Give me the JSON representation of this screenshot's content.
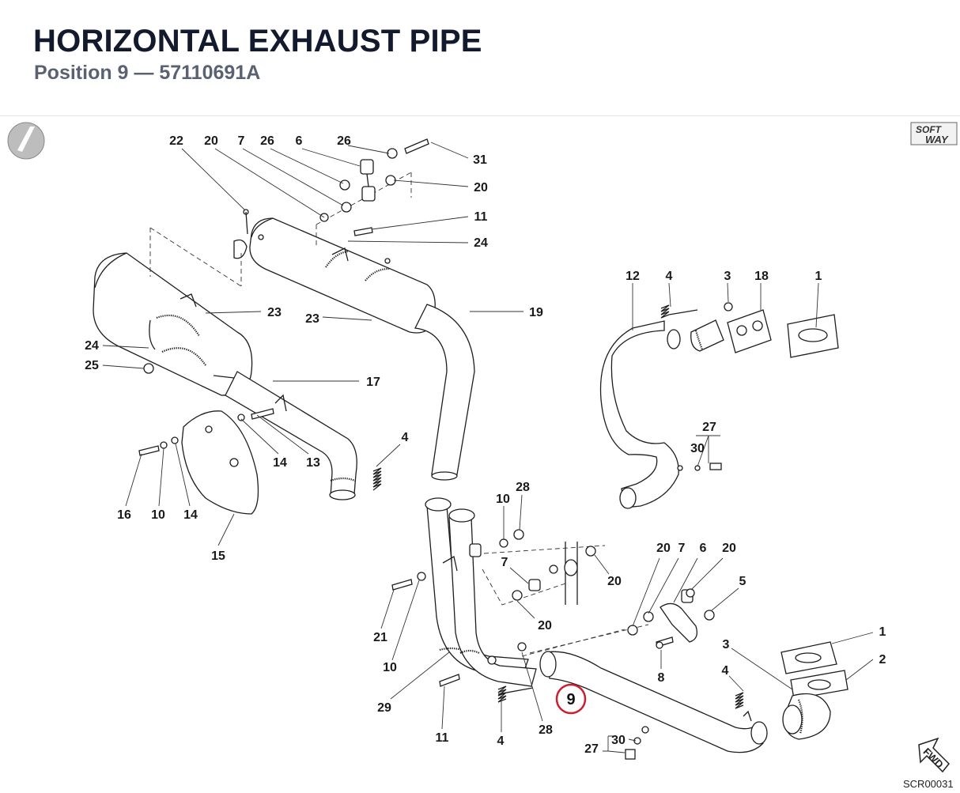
{
  "header": {
    "title": "HORIZONTAL EXHAUST PIPE",
    "subtitle": "Position 9 — 57110691A"
  },
  "diagram": {
    "callouts": [
      {
        "id": "c22a",
        "label": "22"
      },
      {
        "id": "c20a",
        "label": "20"
      },
      {
        "id": "c7a",
        "label": "7"
      },
      {
        "id": "c26a",
        "label": "26"
      },
      {
        "id": "c6a",
        "label": "6"
      },
      {
        "id": "c26b",
        "label": "26"
      },
      {
        "id": "c31",
        "label": "31"
      },
      {
        "id": "c20b",
        "label": "20"
      },
      {
        "id": "c11a",
        "label": "11"
      },
      {
        "id": "c24a",
        "label": "24"
      },
      {
        "id": "c23a",
        "label": "23"
      },
      {
        "id": "c23b",
        "label": "23"
      },
      {
        "id": "c19",
        "label": "19"
      },
      {
        "id": "c24b",
        "label": "24"
      },
      {
        "id": "c25",
        "label": "25"
      },
      {
        "id": "c17",
        "label": "17"
      },
      {
        "id": "c14a",
        "label": "14"
      },
      {
        "id": "c13",
        "label": "13"
      },
      {
        "id": "c4a",
        "label": "4"
      },
      {
        "id": "c16",
        "label": "16"
      },
      {
        "id": "c10a",
        "label": "10"
      },
      {
        "id": "c14b",
        "label": "14"
      },
      {
        "id": "c15",
        "label": "15"
      },
      {
        "id": "c12",
        "label": "12"
      },
      {
        "id": "c4b",
        "label": "4"
      },
      {
        "id": "c3a",
        "label": "3"
      },
      {
        "id": "c18",
        "label": "18"
      },
      {
        "id": "c1a",
        "label": "1"
      },
      {
        "id": "c27a",
        "label": "27"
      },
      {
        "id": "c30a",
        "label": "30"
      },
      {
        "id": "c10b",
        "label": "10"
      },
      {
        "id": "c28a",
        "label": "28"
      },
      {
        "id": "c7b",
        "label": "7"
      },
      {
        "id": "c20c",
        "label": "20"
      },
      {
        "id": "c20d",
        "label": "20"
      },
      {
        "id": "c20e",
        "label": "20"
      },
      {
        "id": "c7c",
        "label": "7"
      },
      {
        "id": "c6b",
        "label": "6"
      },
      {
        "id": "c20f",
        "label": "20"
      },
      {
        "id": "c5",
        "label": "5"
      },
      {
        "id": "c21",
        "label": "21"
      },
      {
        "id": "c10c",
        "label": "10"
      },
      {
        "id": "c8",
        "label": "8"
      },
      {
        "id": "c1b",
        "label": "1"
      },
      {
        "id": "c3b",
        "label": "3"
      },
      {
        "id": "c2",
        "label": "2"
      },
      {
        "id": "c29",
        "label": "29"
      },
      {
        "id": "c11b",
        "label": "11"
      },
      {
        "id": "c4c",
        "label": "4"
      },
      {
        "id": "c28b",
        "label": "28"
      },
      {
        "id": "c4d",
        "label": "4"
      },
      {
        "id": "c30b",
        "label": "30"
      },
      {
        "id": "c27b",
        "label": "27"
      }
    ],
    "highlight": {
      "label": "9",
      "color": "#cc1f2e"
    },
    "logo": {
      "line1": "SOFT",
      "line2": "WAY"
    },
    "fwd_label": "FWD",
    "footer_code": "SCR00031"
  }
}
